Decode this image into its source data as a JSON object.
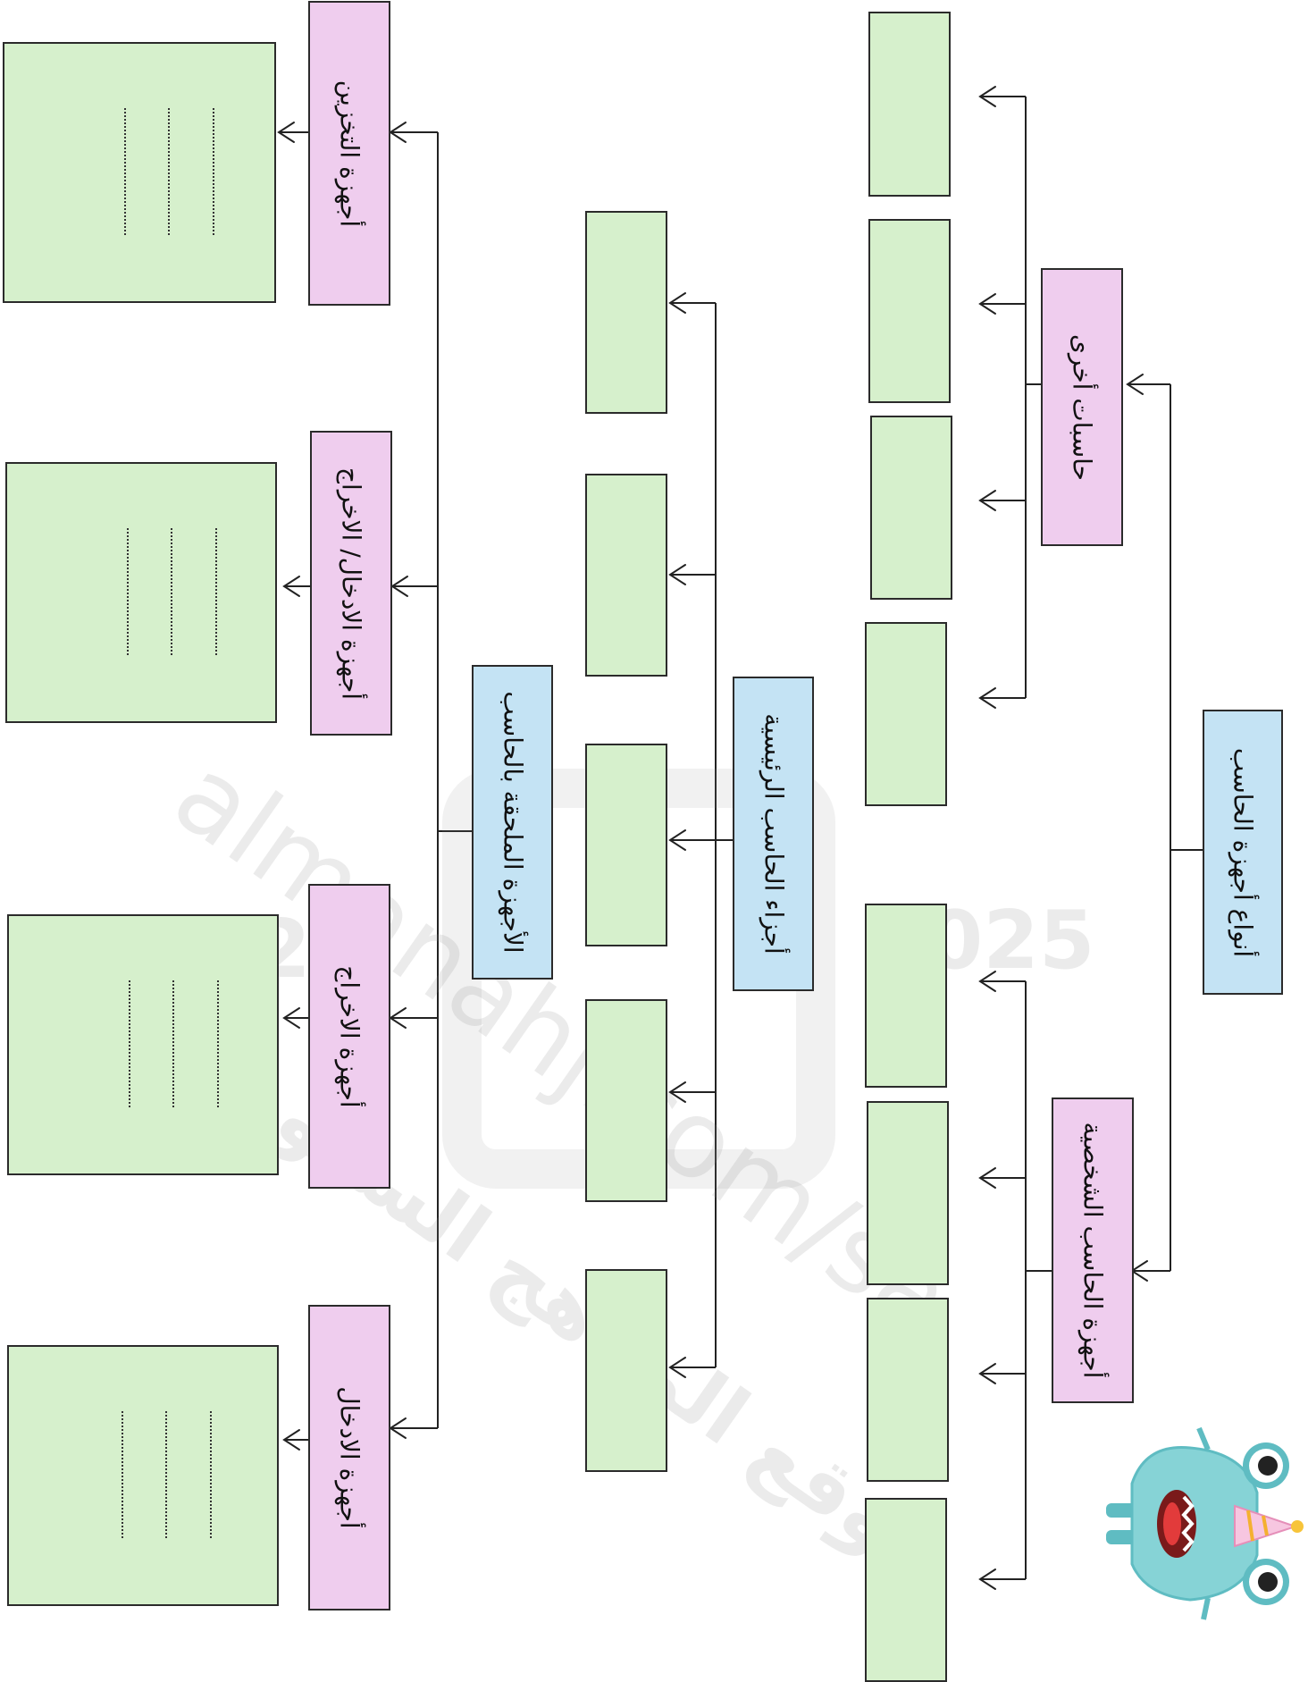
{
  "header": {
    "text": ""
  },
  "watermark": {
    "site": "almanahj.com/sa",
    "year_left": "2026",
    "year_right": "2025",
    "arabic": "موقع المناهج السعودية"
  },
  "mascot": {
    "icon": "monster-mascot-icon"
  },
  "colors": {
    "green": "#d6f0cc",
    "pink": "#efcdee",
    "blue": "#c4e3f4",
    "line": "#222222"
  },
  "nodes": {
    "types_root": "أنواع أجهزة الحاسب",
    "other_computers": "حاسبات أخرى",
    "personal_computers": "أجهزة الحاسب الشخصية",
    "main_parts": "أجزاء الحاسب الرئيسية",
    "peripherals": "الأجهزة الملحقة بالحاسب",
    "storage_devices": "أجهزة التخزين",
    "io_devices": "أجهزة الادخال/ الاخراج",
    "output_devices": "أجهزة الاخراج",
    "input_devices": "أجهزة الادخال"
  }
}
